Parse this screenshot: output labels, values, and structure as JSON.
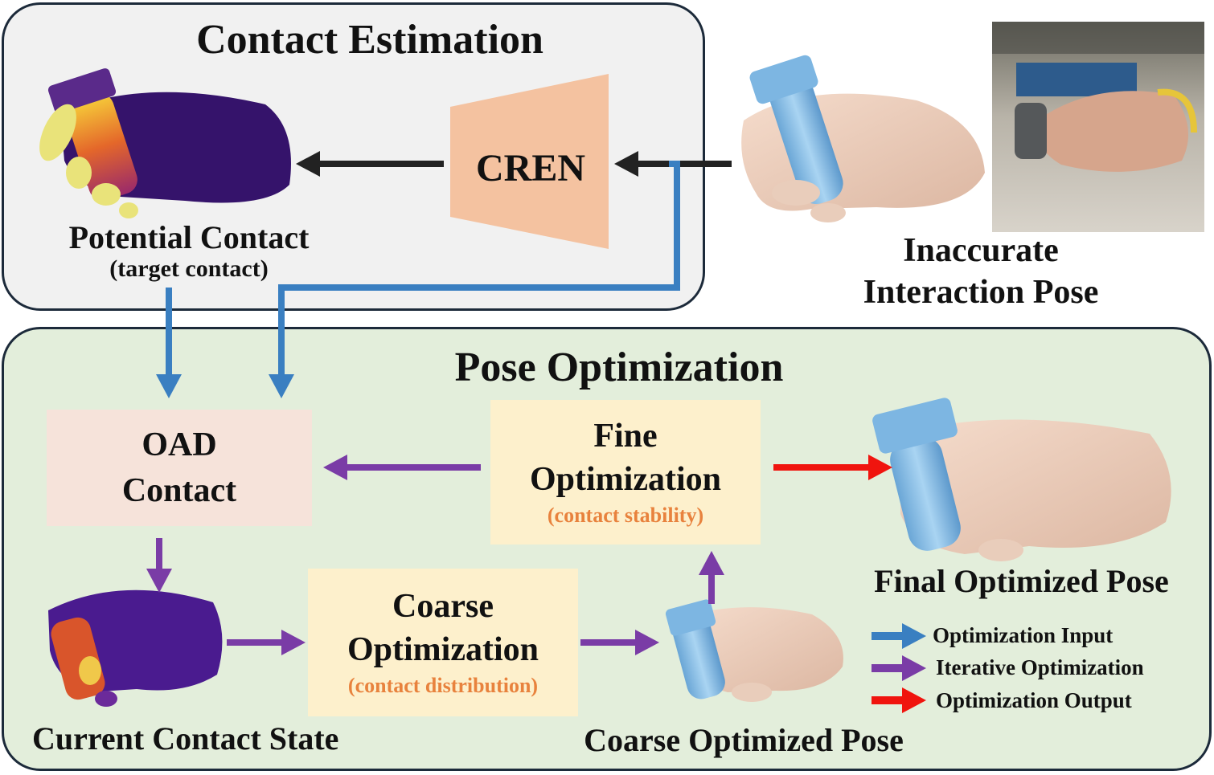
{
  "contact_estimation": {
    "title": "Contact Estimation",
    "cren_label": "CREN",
    "potential_contact": "Potential Contact",
    "target_contact": "(target contact)",
    "inaccurate_pose_line1": "Inaccurate",
    "inaccurate_pose_line2": "Interaction Pose"
  },
  "pose_optimization": {
    "title": "Pose Optimization",
    "oad_line1": "OAD",
    "oad_line2": "Contact",
    "fine_line1": "Fine",
    "fine_line2": "Optimization",
    "fine_sub": "(contact stability)",
    "coarse_line1": "Coarse",
    "coarse_line2": "Optimization",
    "coarse_sub": "(contact distribution)",
    "current_contact_state": "Current Contact State",
    "coarse_optimized_pose": "Coarse Optimized Pose",
    "final_optimized_pose": "Final Optimized Pose"
  },
  "legend": {
    "items": [
      {
        "label": "Optimization Input",
        "color": "#3a7fc1"
      },
      {
        "label": "Iterative Optimization",
        "color": "#7a3ca6"
      },
      {
        "label": "Optimization Output",
        "color": "#f0140e"
      }
    ]
  },
  "colors": {
    "cren_fill": "#f4c2a0",
    "oad_fill": "#f6e3da",
    "opt_fill": "#fdf0cc",
    "arrow_black": "#222222",
    "arrow_blue": "#3a7fc1",
    "arrow_purple": "#7a3ca6",
    "arrow_red": "#f0140e"
  }
}
